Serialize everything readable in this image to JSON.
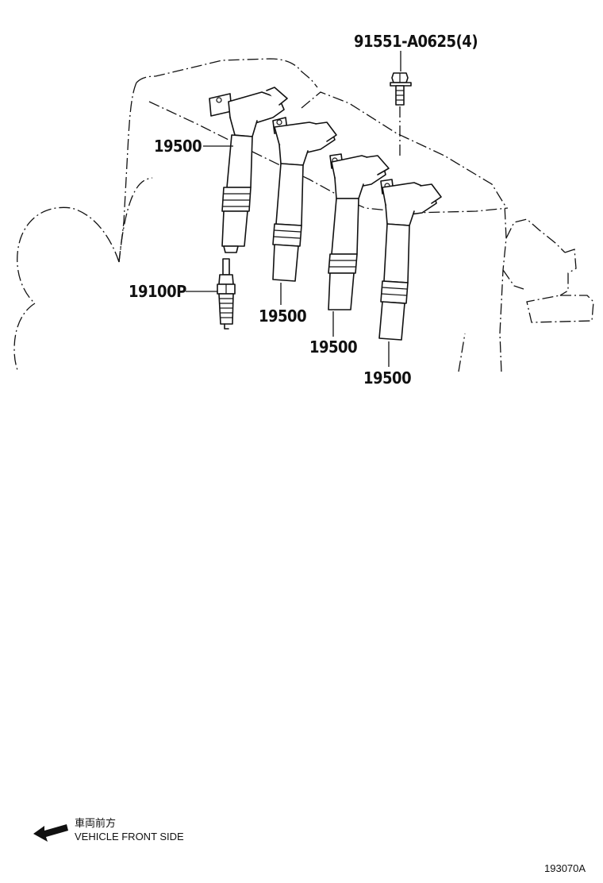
{
  "callouts": {
    "bolt": "91551-A0625(4)",
    "coil_1": "19500",
    "coil_2": "19500",
    "coil_3": "19500",
    "coil_4": "19500",
    "spark_plug": "19100P"
  },
  "direction": {
    "label_jp": "車両前方",
    "label_en": "VEHICLE FRONT SIDE",
    "arrow_icon": "arrow-left-icon"
  },
  "figure_code": "193070A"
}
